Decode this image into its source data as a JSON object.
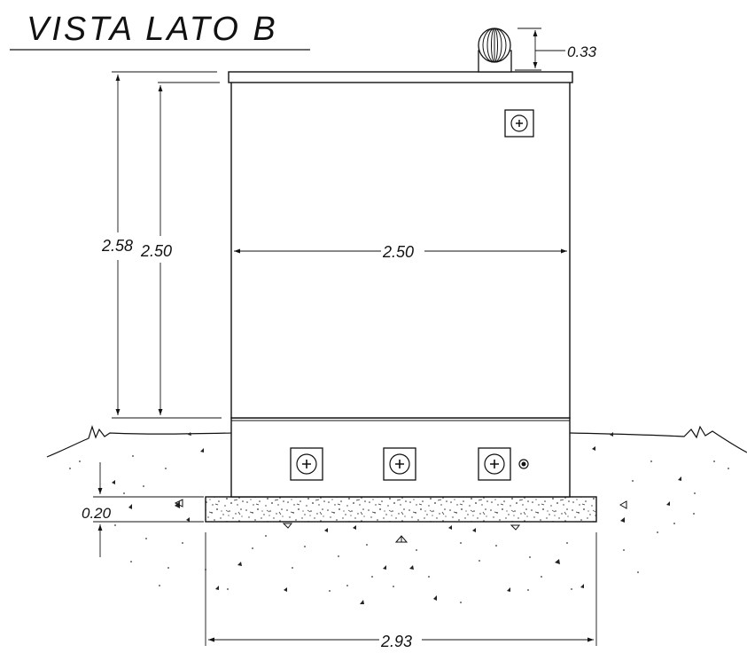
{
  "title": "VISTA  LATO  B",
  "dimensions": {
    "vent_height": "0.33",
    "total_height": "2.58",
    "body_height": "2.50",
    "body_width": "2.50",
    "slab_thickness": "0.20",
    "slab_width": "2.93"
  }
}
